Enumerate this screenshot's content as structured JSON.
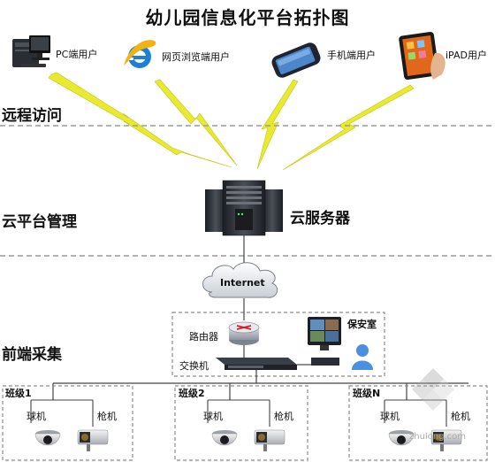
{
  "title": "幼儿园信息化平台拓扑图",
  "sections": {
    "remote": "远程访问",
    "cloud": "云平台管理",
    "frontend": "前端采集"
  },
  "devices": {
    "pc": "PC端用户",
    "web": "网页浏览端用户",
    "mobile": "手机端用户",
    "ipad": "iPAD用户"
  },
  "server": {
    "label": "云服务器"
  },
  "internet": {
    "label": "Internet"
  },
  "router": {
    "label": "路由器"
  },
  "switch": {
    "label": "交换机"
  },
  "security": {
    "label": "保安室"
  },
  "classes": [
    {
      "name": "班级1",
      "dome": "球机",
      "gun": "枪机"
    },
    {
      "name": "班级2",
      "dome": "球机",
      "gun": "枪机"
    },
    {
      "name": "班级N",
      "dome": "球机",
      "gun": "枪机"
    }
  ],
  "watermark": "zhulong.com",
  "colors": {
    "lightning": "#e8ea2e",
    "dashed": "#9a9a9a",
    "server": "#2b2f36",
    "ie_blue": "#1e7fd6"
  }
}
